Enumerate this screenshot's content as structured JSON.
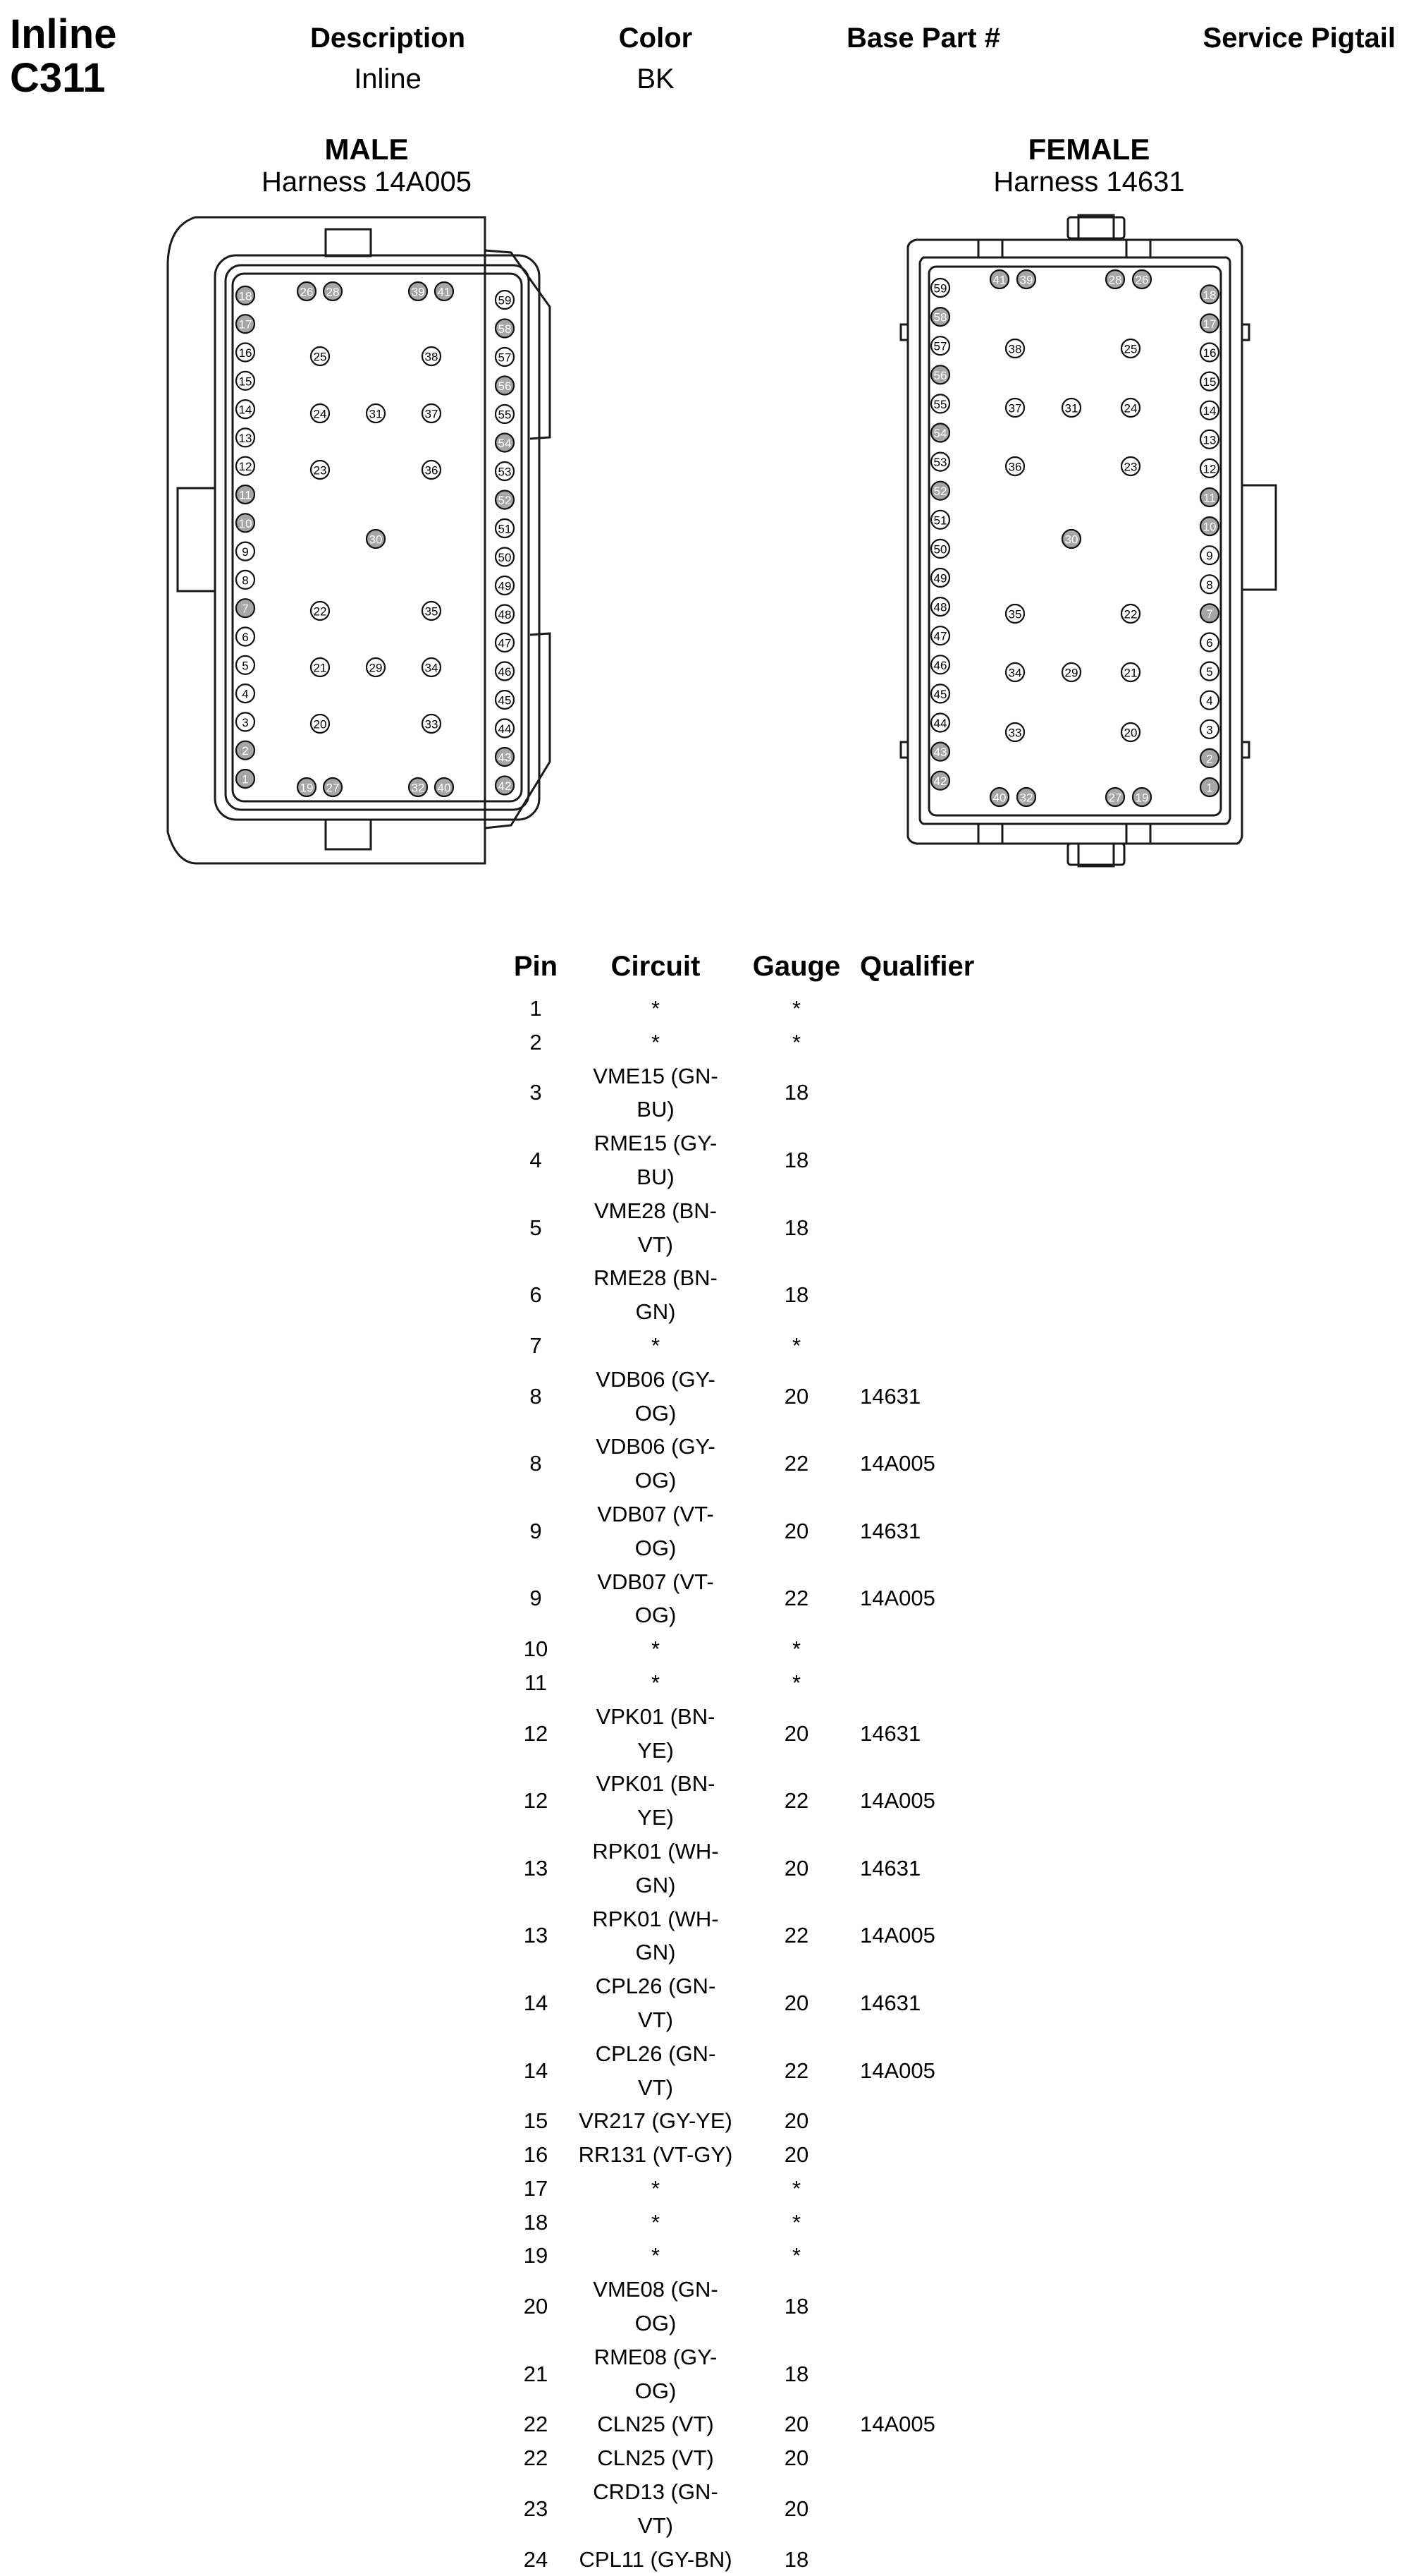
{
  "connector": {
    "line1": "Inline",
    "line2": "C311"
  },
  "header": {
    "description_label": "Description",
    "color_label": "Color",
    "base_part_label": "Base Part #",
    "service_pigtail_label": "Service Pigtail",
    "description_value": "Inline",
    "color_value": "BK",
    "base_part_value": "",
    "service_pigtail_value": ""
  },
  "views": {
    "male": {
      "title": "MALE",
      "harness": "Harness 14A005"
    },
    "female": {
      "title": "FEMALE",
      "harness": "Harness 14631"
    }
  },
  "pin_colors": {
    "populated": "#ffffff",
    "empty": "#a6a6a6"
  },
  "empty_pins": [
    "1",
    "2",
    "7",
    "10",
    "11",
    "17",
    "18",
    "19",
    "26",
    "27",
    "28",
    "30",
    "32",
    "39",
    "40",
    "41",
    "42",
    "43",
    "52",
    "54",
    "56",
    "58"
  ],
  "table": {
    "headers": {
      "pin": "Pin",
      "circuit": "Circuit",
      "gauge": "Gauge",
      "qualifier": "Qualifier"
    },
    "rows": [
      [
        "1",
        "*",
        "*",
        ""
      ],
      [
        "2",
        "*",
        "*",
        ""
      ],
      [
        "3",
        "VME15 (GN-BU)",
        "18",
        ""
      ],
      [
        "4",
        "RME15 (GY-BU)",
        "18",
        ""
      ],
      [
        "5",
        "VME28 (BN-VT)",
        "18",
        ""
      ],
      [
        "6",
        "RME28 (BN-GN)",
        "18",
        ""
      ],
      [
        "7",
        "*",
        "*",
        ""
      ],
      [
        "8",
        "VDB06 (GY-OG)",
        "20",
        "14631"
      ],
      [
        "8",
        "VDB06 (GY-OG)",
        "22",
        "14A005"
      ],
      [
        "9",
        "VDB07 (VT-OG)",
        "20",
        "14631"
      ],
      [
        "9",
        "VDB07 (VT-OG)",
        "22",
        "14A005"
      ],
      [
        "10",
        "*",
        "*",
        ""
      ],
      [
        "11",
        "*",
        "*",
        ""
      ],
      [
        "12",
        "VPK01 (BN-YE)",
        "20",
        "14631"
      ],
      [
        "12",
        "VPK01 (BN-YE)",
        "22",
        "14A005"
      ],
      [
        "13",
        "RPK01 (WH-GN)",
        "20",
        "14631"
      ],
      [
        "13",
        "RPK01 (WH-GN)",
        "22",
        "14A005"
      ],
      [
        "14",
        "CPL26 (GN-VT)",
        "20",
        "14631"
      ],
      [
        "14",
        "CPL26 (GN-VT)",
        "22",
        "14A005"
      ],
      [
        "15",
        "VR217 (GY-YE)",
        "20",
        ""
      ],
      [
        "16",
        "RR131 (VT-GY)",
        "20",
        ""
      ],
      [
        "17",
        "*",
        "*",
        ""
      ],
      [
        "18",
        "*",
        "*",
        ""
      ],
      [
        "19",
        "*",
        "*",
        ""
      ],
      [
        "20",
        "VME08 (GN-OG)",
        "18",
        ""
      ],
      [
        "21",
        "RME08 (GY-OG)",
        "18",
        ""
      ],
      [
        "22",
        "CLN25 (VT)",
        "20",
        "14A005"
      ],
      [
        "22",
        "CLN25 (VT)",
        "20",
        ""
      ],
      [
        "23",
        "CRD13 (GN-VT)",
        "20",
        ""
      ],
      [
        "24",
        "CPL11 (GY-BN)",
        "18",
        ""
      ]
    ]
  }
}
